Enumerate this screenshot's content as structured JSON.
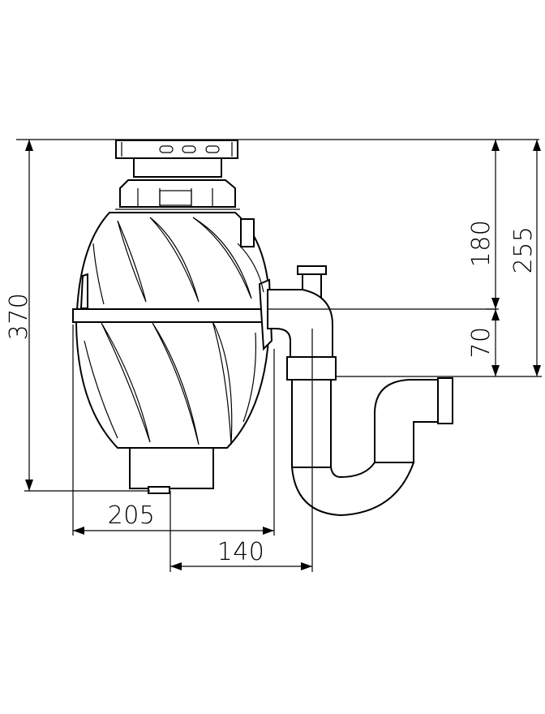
{
  "dimensions": {
    "height_total": "370",
    "width_body": "205",
    "offset_outlet": "140",
    "inlet_height": "180",
    "outlet_drop": "70",
    "trap_height": "255"
  }
}
